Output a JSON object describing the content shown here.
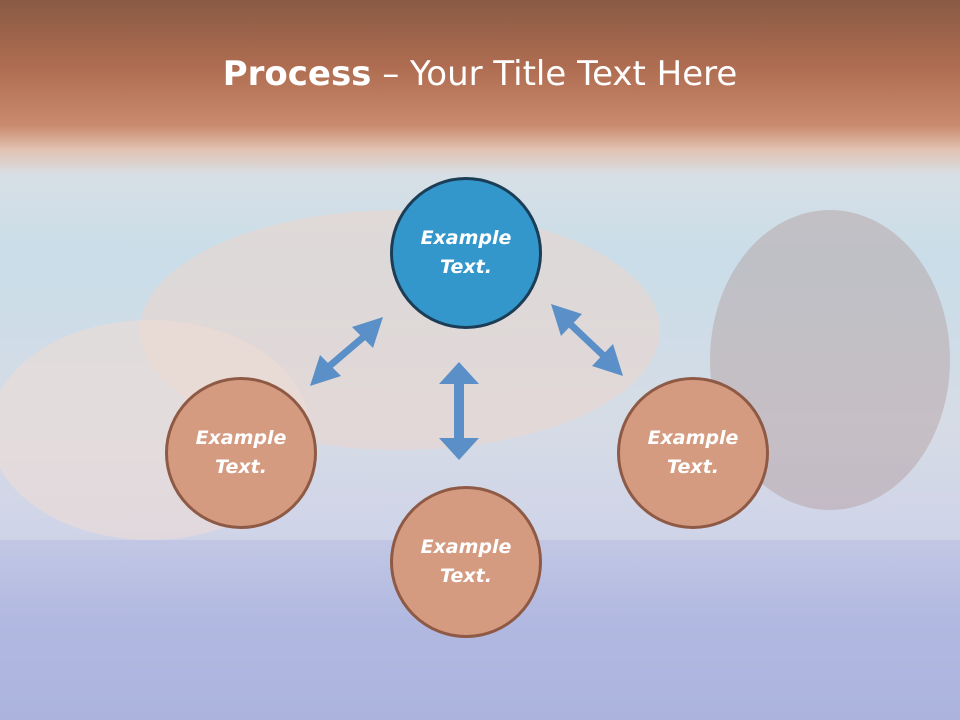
{
  "slide": {
    "title_bold": "Process",
    "title_rest": " – Your Title Text Here"
  },
  "nodes": [
    {
      "id": "top",
      "text": "Example Text."
    },
    {
      "id": "left",
      "text": "Example Text."
    },
    {
      "id": "right",
      "text": "Example Text."
    },
    {
      "id": "bottom",
      "text": "Example Text."
    }
  ],
  "colors": {
    "header": "#b06e52",
    "center_node": "#3397cc",
    "outer_node": "#d49b81",
    "arrow": "#5b8fc8"
  }
}
